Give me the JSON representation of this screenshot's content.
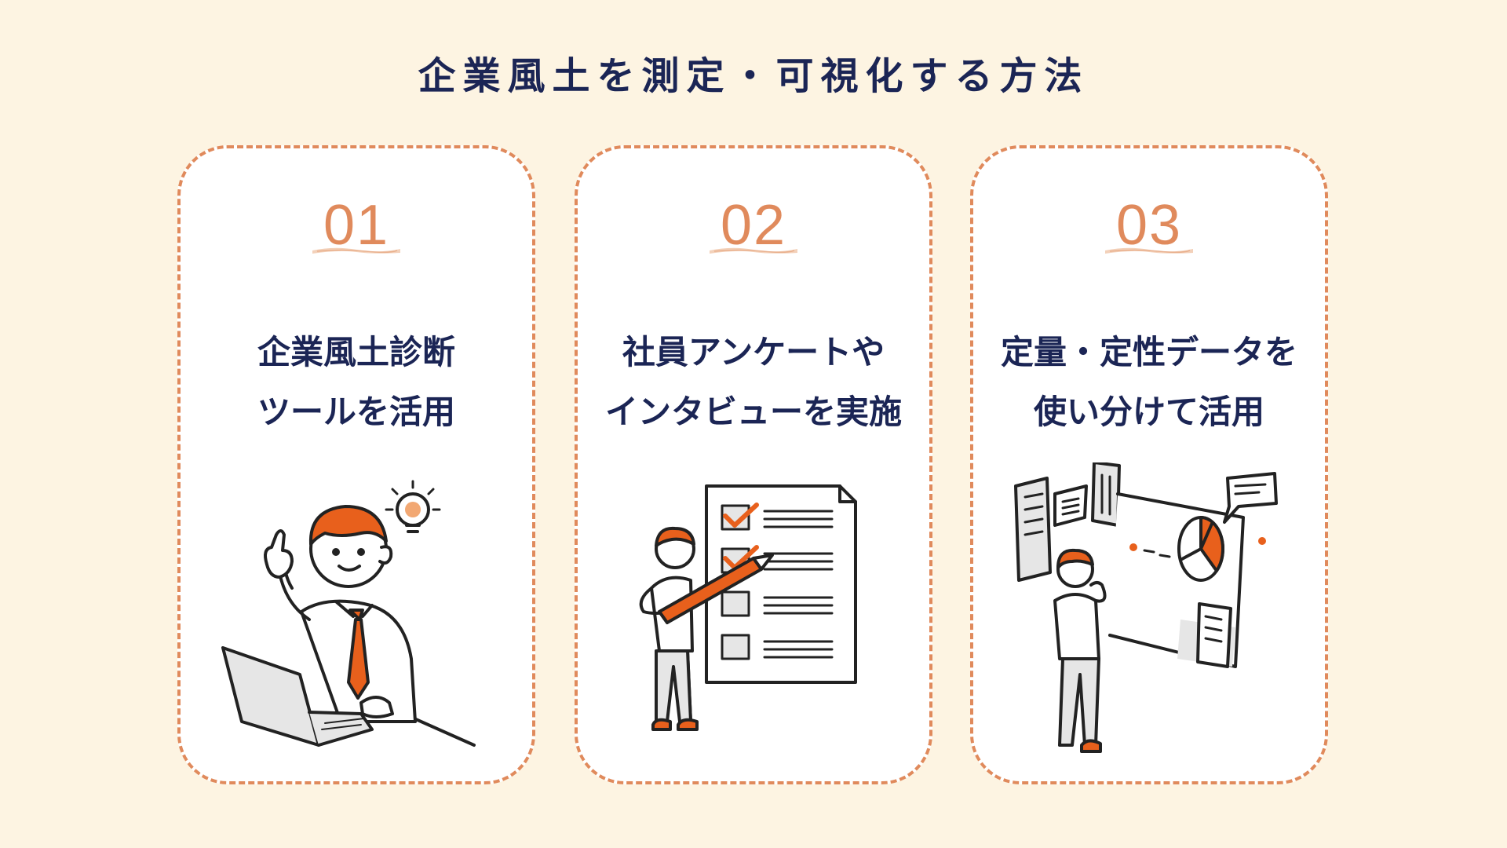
{
  "page": {
    "title": "企業風土を測定・可視化する方法"
  },
  "colors": {
    "background": "#fdf4e2",
    "card": "#ffffff",
    "accent": "#e08a5c",
    "illustration_orange": "#e8601c",
    "heading": "#1b2555"
  },
  "cards": [
    {
      "number": "01",
      "heading_lines": [
        "企業風土診断",
        "ツールを活用"
      ],
      "illustration": "person-laptop-idea-illustration"
    },
    {
      "number": "02",
      "heading_lines": [
        "社員アンケートや",
        "インタビューを実施"
      ],
      "illustration": "person-checklist-pencil-illustration"
    },
    {
      "number": "03",
      "heading_lines": [
        "定量・定性データを",
        "使い分けて活用"
      ],
      "illustration": "person-data-analysis-illustration"
    }
  ]
}
